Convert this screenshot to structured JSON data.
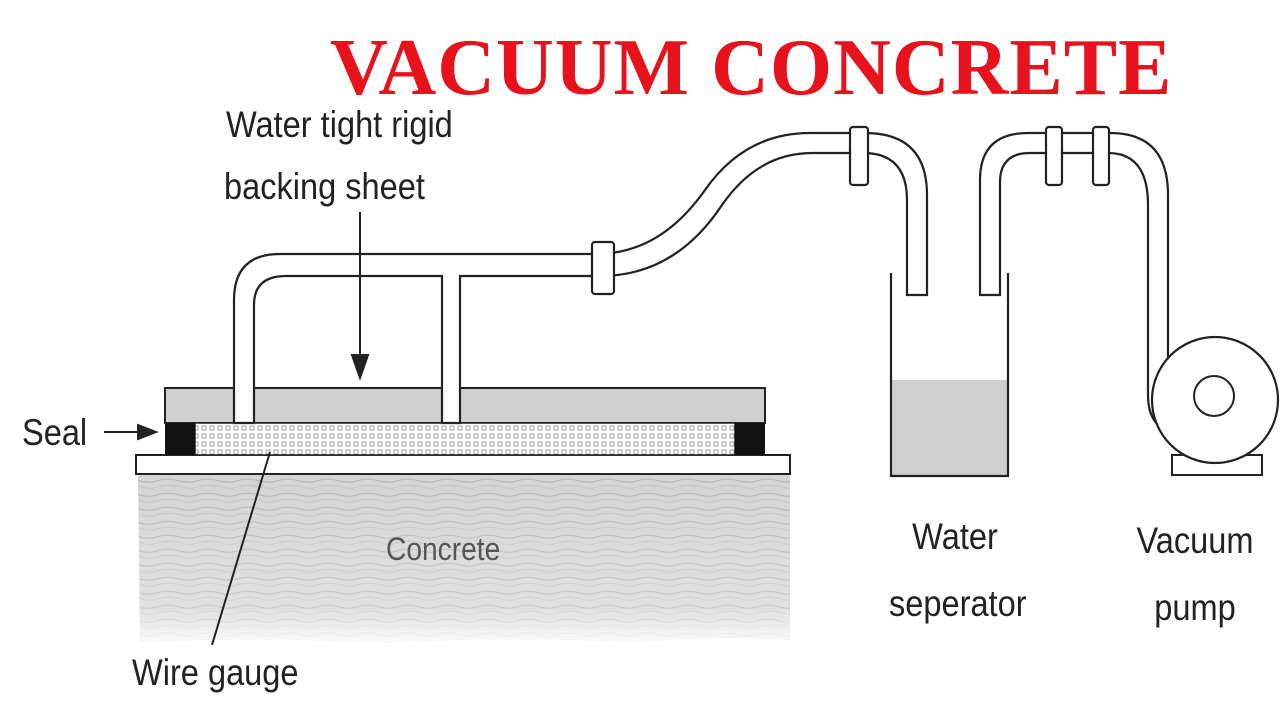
{
  "title": "VACUUM CONCRETE",
  "labels": {
    "backing_sheet_line1": "Water tight rigid",
    "backing_sheet_line2": "backing sheet",
    "seal": "Seal",
    "concrete": "Concrete",
    "wire_gauge": "Wire gauge",
    "water_separator_line1": "Water",
    "water_separator_line2": "seperator",
    "vacuum_pump_line1": "Vacuum",
    "vacuum_pump_line2": "pump"
  },
  "colors": {
    "title": "#e8121c",
    "line": "#222222",
    "backing_sheet_fill": "#cfcfcf",
    "water_fill": "#cfcfcf",
    "seal_fill": "#111111",
    "concrete_fill": "#d0d0d0"
  }
}
